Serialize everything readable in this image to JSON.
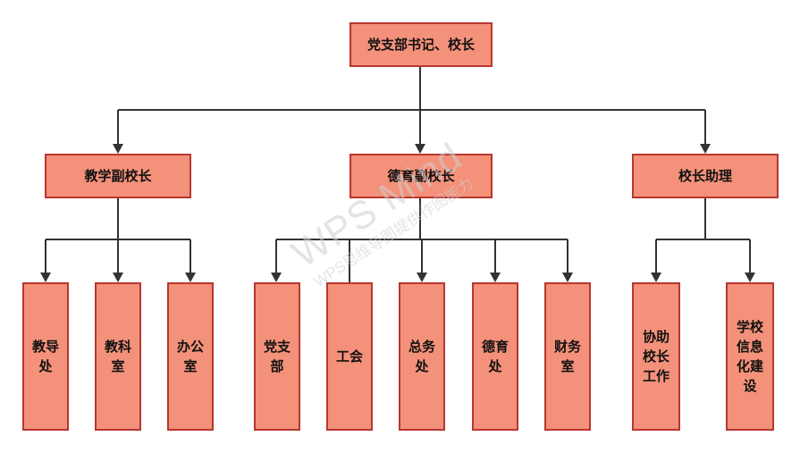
{
  "org_chart": {
    "root": {
      "label": "党支部书记、校长"
    },
    "level1": [
      {
        "label": "教学副校长"
      },
      {
        "label": "德育副校长"
      },
      {
        "label": "校长助理"
      }
    ],
    "level2": [
      {
        "label": "教导处"
      },
      {
        "label": "教科室"
      },
      {
        "label": "办公室"
      },
      {
        "label": "党支部"
      },
      {
        "label": "工会"
      },
      {
        "label": "总务处"
      },
      {
        "label": "德育处"
      },
      {
        "label": "财务室"
      },
      {
        "label": "协助校长工作"
      },
      {
        "label": "学校信息化建设"
      }
    ]
  },
  "watermark": {
    "main": "WPS Mind",
    "sub": "WPS思维导图提供作图能力"
  },
  "colors": {
    "node_fill": "#f4917a",
    "node_border": "#b7372f",
    "connector": "#333333"
  }
}
